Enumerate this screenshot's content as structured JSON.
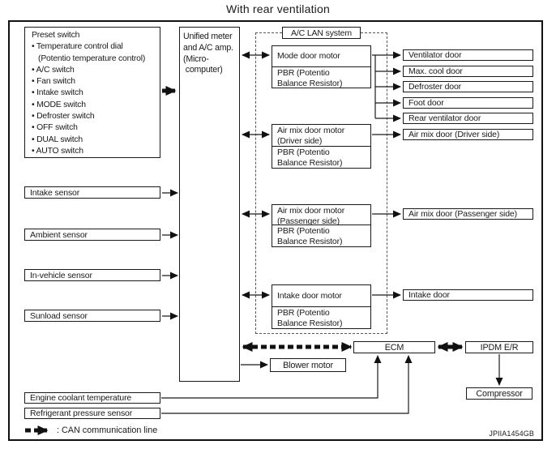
{
  "title": "With rear ventilation",
  "figure_code": "JPIIA1454GB",
  "colors": {
    "line": "#1a1a1a",
    "background": "#ffffff"
  },
  "preset_switch": {
    "lines": [
      "Preset switch",
      "• Temperature control dial",
      "   (Potentio temperature control)",
      "• A/C switch",
      "• Fan switch",
      "• Intake switch",
      "• MODE switch",
      "• Defroster switch",
      "• OFF switch",
      "• DUAL switch",
      "• AUTO switch"
    ]
  },
  "controller": {
    "lines": [
      "Unified meter",
      "and A/C amp.",
      "(Micro-",
      " computer)"
    ]
  },
  "ac_lan": {
    "label": "A/C LAN system"
  },
  "motors": [
    {
      "name1": "Mode door motor",
      "name2": "",
      "pbr1": "PBR (Potentio",
      "pbr2": "Balance Resistor)"
    },
    {
      "name1": "Air mix door motor",
      "name2": "(Driver side)",
      "pbr1": "PBR (Potentio",
      "pbr2": "Balance Resistor)"
    },
    {
      "name1": "Air mix door motor",
      "name2": "(Passenger side)",
      "pbr1": "PBR (Potentio",
      "pbr2": "Balance Resistor)"
    },
    {
      "name1": "Intake door motor",
      "name2": "",
      "pbr1": "PBR (Potentio",
      "pbr2": "Balance Resistor)"
    }
  ],
  "doors": [
    "Ventilator door",
    "Max. cool door",
    "Defroster door",
    "Foot door",
    "Rear ventilator door",
    "Air mix door (Driver side)",
    "Air mix door (Passenger side)",
    "Intake door"
  ],
  "sensors": [
    "Intake sensor",
    "Ambient sensor",
    "In-vehicle sensor",
    "Sunload sensor"
  ],
  "bottom_sensors": [
    "Engine coolant temperature",
    "Refrigerant pressure sensor"
  ],
  "modules": {
    "ecm": "ECM",
    "ipdm": "IPDM E/R",
    "compressor": "Compressor",
    "blower": "Blower motor"
  },
  "legend": {
    "can_label": ": CAN communication line"
  }
}
